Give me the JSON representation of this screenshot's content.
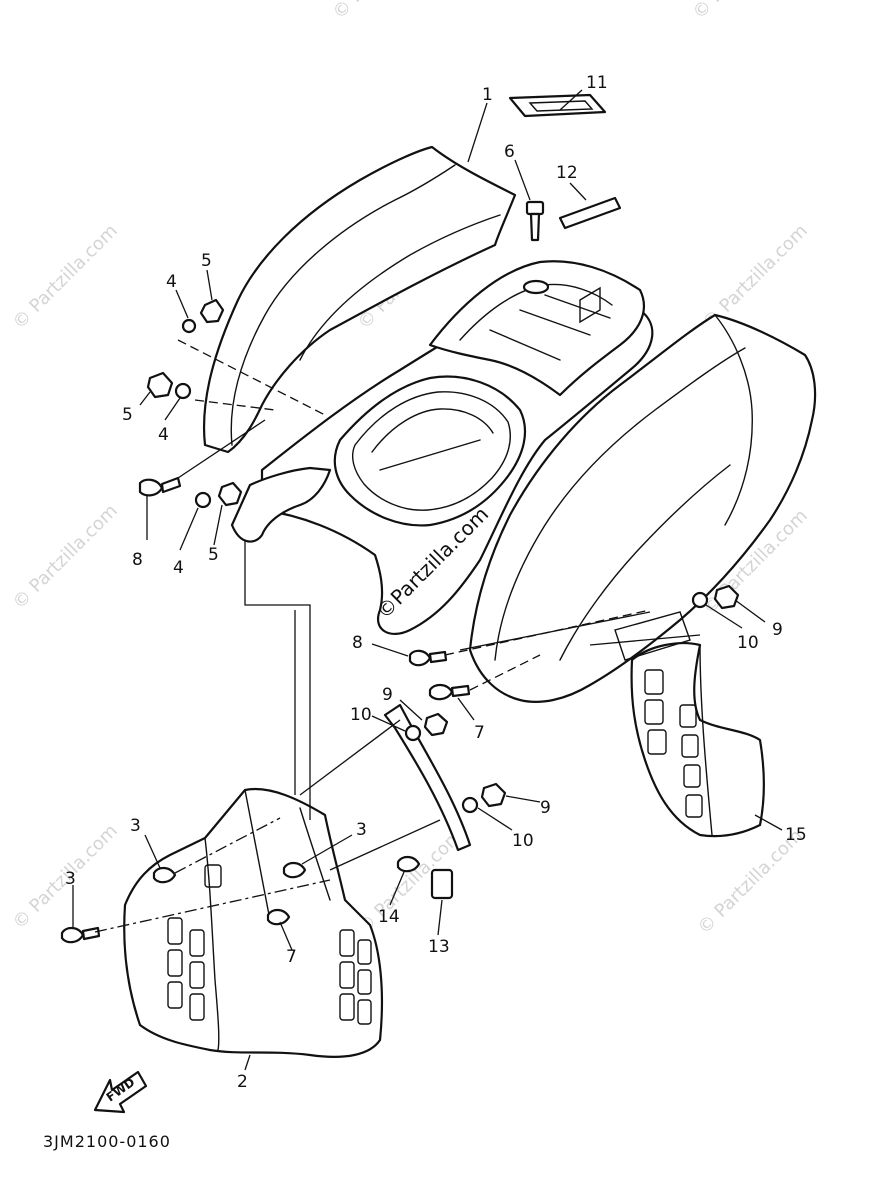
{
  "watermark": "© Partzilla.com",
  "center_watermark": "©Partzilla.com",
  "drawing_code": "3JM2100-0160",
  "fwd_label": "FWD",
  "callouts": {
    "n1": "1",
    "n2": "2",
    "n3a": "3",
    "n3b": "3",
    "n3c": "3",
    "n4a": "4",
    "n4b": "4",
    "n4c": "4",
    "n5a": "5",
    "n5b": "5",
    "n5c": "5",
    "n6": "6",
    "n7a": "7",
    "n7b": "7",
    "n8a": "8",
    "n8b": "8",
    "n9a": "9",
    "n9b": "9",
    "n9c": "9",
    "n10a": "10",
    "n10b": "10",
    "n10c": "10",
    "n11": "11",
    "n12": "12",
    "n13": "13",
    "n14": "14",
    "n15": "15"
  }
}
